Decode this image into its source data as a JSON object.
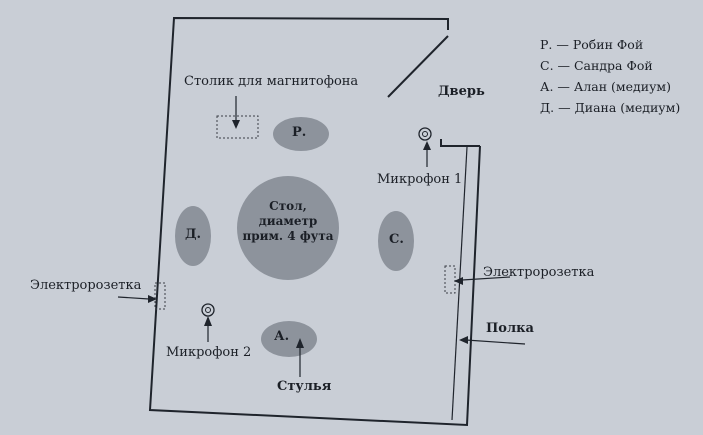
{
  "legend": [
    "Р. — Робин Фой",
    "С. — Сандра Фой",
    "А. — Алан (медиум)",
    "Д. — Диана (медиум)"
  ],
  "table": {
    "lines": [
      "Стол,",
      "диаметр",
      "прим. 4 фута"
    ]
  },
  "seats": {
    "r": "Р.",
    "d": "Д.",
    "s": "С.",
    "a": "А."
  },
  "labels": {
    "recorder_table": "Столик для магнитофона",
    "door": "Дверь",
    "mic1": "Микрофон 1",
    "mic2": "Микрофон 2",
    "socket_left": "Электророзетка",
    "socket_right": "Электророзетка",
    "shelf": "Полка",
    "chairs": "Стулья"
  }
}
